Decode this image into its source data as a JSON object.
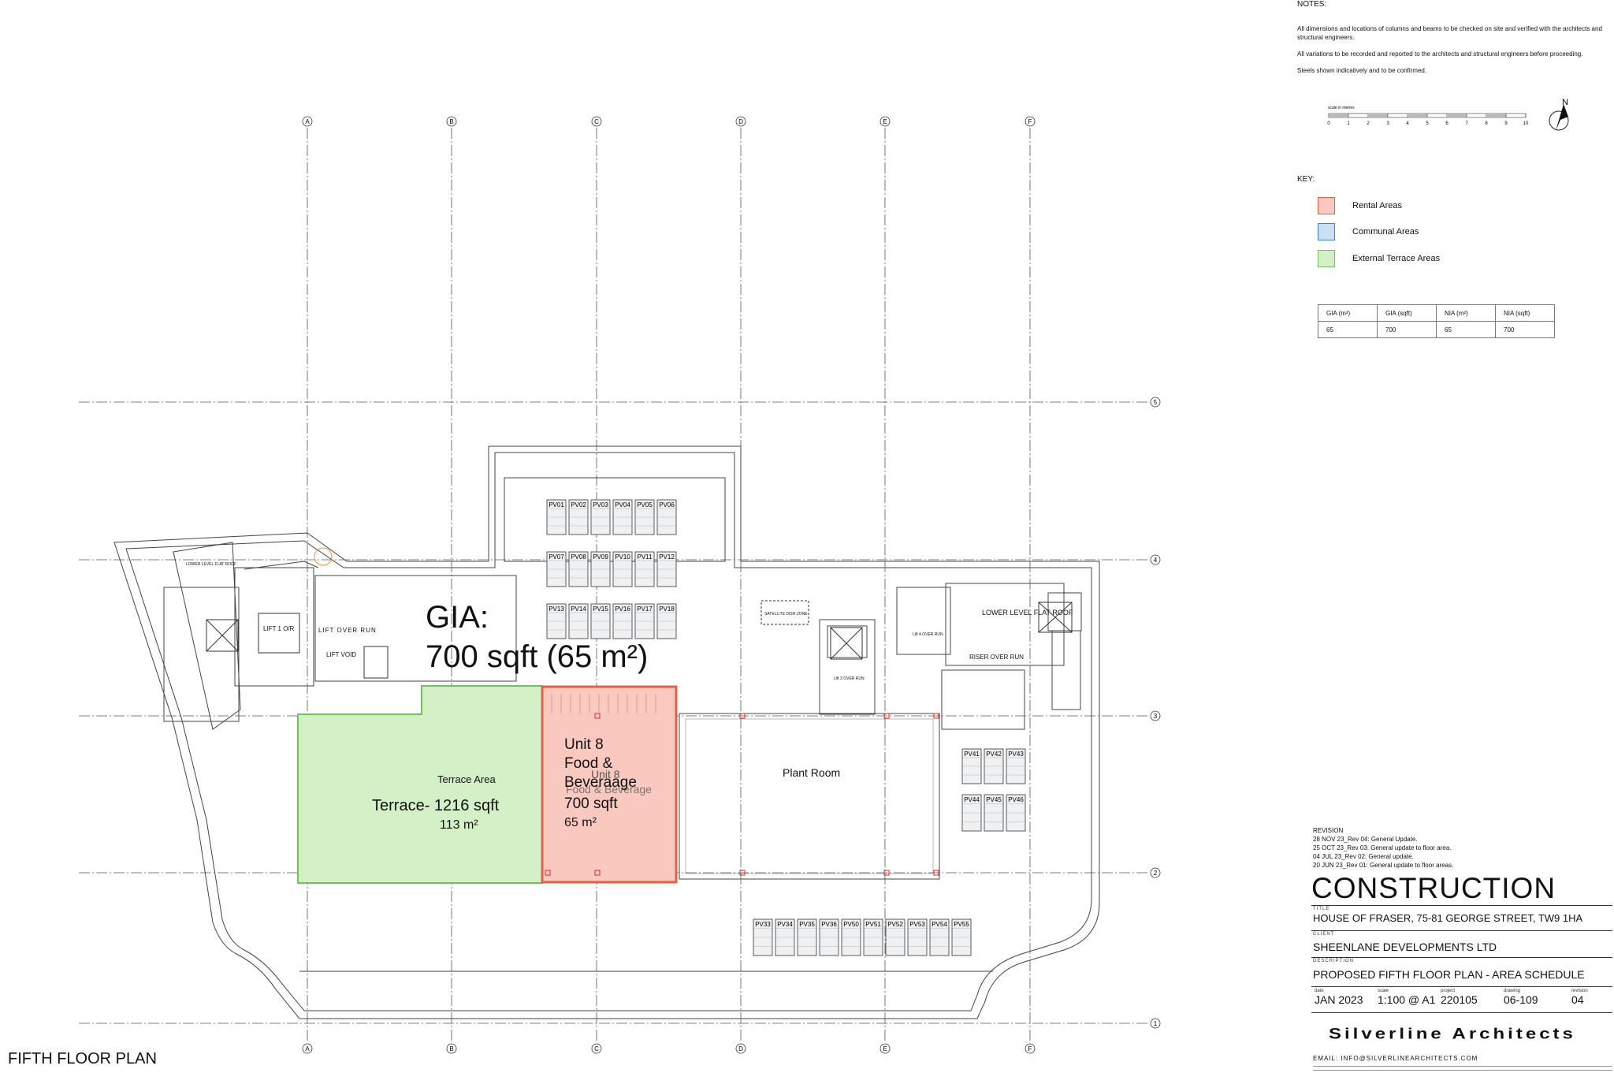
{
  "notes": {
    "heading": "NOTES:",
    "lines": [
      "All dimensions and locations of columns and beams to be checked on site and verified with the architects and structural engineers.",
      "All variations to be recorded and reported to the architects and structural engineers before proceeding.",
      "Steels shown indicatively and to be confirmed."
    ]
  },
  "scale_bar": {
    "label": "scale in metres",
    "ticks": [
      "0",
      "1",
      "2",
      "3",
      "4",
      "5",
      "6",
      "7",
      "8",
      "9",
      "10"
    ]
  },
  "north": "N",
  "key": {
    "title": "KEY:",
    "items": [
      {
        "label": "Rental Areas",
        "fill": "#f9c9bf",
        "stroke": "#e0604a"
      },
      {
        "label": "Communal Areas",
        "fill": "#c9e0f7",
        "stroke": "#3b84d0"
      },
      {
        "label": "External Terrace Areas",
        "fill": "#d4f0c6",
        "stroke": "#6cc45a"
      }
    ]
  },
  "area_table": {
    "headers": [
      "GIA (m²)",
      "GIA (sqft)",
      "NIA (m²)",
      "NIA (sqft)"
    ],
    "values": [
      "65",
      "700",
      "65",
      "700"
    ]
  },
  "grid": {
    "columns": [
      "A",
      "B",
      "C",
      "D",
      "E",
      "F"
    ],
    "rows": [
      "5",
      "4",
      "3",
      "2",
      "1"
    ]
  },
  "plan_labels": {
    "gia_line1": "GIA:",
    "gia_line2": "700 sqft  (65 m²)",
    "terrace_area": "Terrace Area",
    "terrace_line1": "Terrace- 1216 sqft",
    "terrace_line2": "113 m²",
    "unit_line1": "Unit 8",
    "unit_line2": "Food &",
    "unit_line3": "Beveraage",
    "unit_line4": "700 sqft",
    "unit_line5": "65 m²",
    "unit_ghost1": "Unit 8",
    "unit_ghost2": "Food & Beverage",
    "plant_room": "Plant Room",
    "lift_over_run": "LIFT OVER RUN",
    "lift_void": "LIFT VOID",
    "lift1": "LIFT 1 O/R",
    "lower_flat_roof": "LOWER LEVEL FLAT ROOF",
    "lower_flat_roof_small": "LOWER LEVEL FLAT ROOF",
    "riser_over_run": "RISER OVER RUN",
    "satellite": "SATELLITE DISH ZONE",
    "lift3": "Lift 3 OVER RUN",
    "lift4": "Lift 4 OVER RUN"
  },
  "pv_panels": {
    "row1": [
      "PV01",
      "PV02",
      "PV03",
      "PV04",
      "PV05",
      "PV06"
    ],
    "row2": [
      "PV07",
      "PV08",
      "PV09",
      "PV10",
      "PV11",
      "PV12"
    ],
    "row3": [
      "PV13",
      "PV14",
      "PV15",
      "PV16",
      "PV17",
      "PV18"
    ],
    "east1": [
      "PV41",
      "PV42",
      "PV43"
    ],
    "east2": [
      "PV44",
      "PV45",
      "PV46"
    ],
    "south": [
      "PV33",
      "PV34",
      "PV35",
      "PV36",
      "PV50",
      "PV51",
      "PV52",
      "PV53",
      "PV54",
      "PV55"
    ]
  },
  "revision": {
    "title": "REVISION",
    "lines": [
      "28 NOV 23_Rev 04: General Update.",
      "25 OCT 23_Rev 03: General update to floor area.",
      "04 JUL 23_Rev 02: General update.",
      "20 JUN 23_Rev 01: General update to floor areas."
    ]
  },
  "title_block": {
    "status": "CONSTRUCTION",
    "title_label": "TITLE",
    "title": "HOUSE OF FRASER, 75-81 GEORGE STREET, TW9 1HA",
    "client_label": "CLIENT",
    "client": "SHEENLANE DEVELOPMENTS LTD",
    "description_label": "DESCRIPTION",
    "description": "PROPOSED FIFTH FLOOR PLAN - AREA SCHEDULE",
    "date_label": "date",
    "date": "JAN 2023",
    "scale_label": "scale",
    "scale": "1:100 @ A1",
    "project_label": "project",
    "project": "220105",
    "drawing_label": "drawing",
    "drawing": "06-109",
    "revision_label": "revision",
    "revision": "04",
    "brand": "Silverline Architects",
    "email": "EMAIL: INFO@SILVERLINEARCHITECTS.COM"
  },
  "floor_title": "FIFTH FLOOR PLAN"
}
